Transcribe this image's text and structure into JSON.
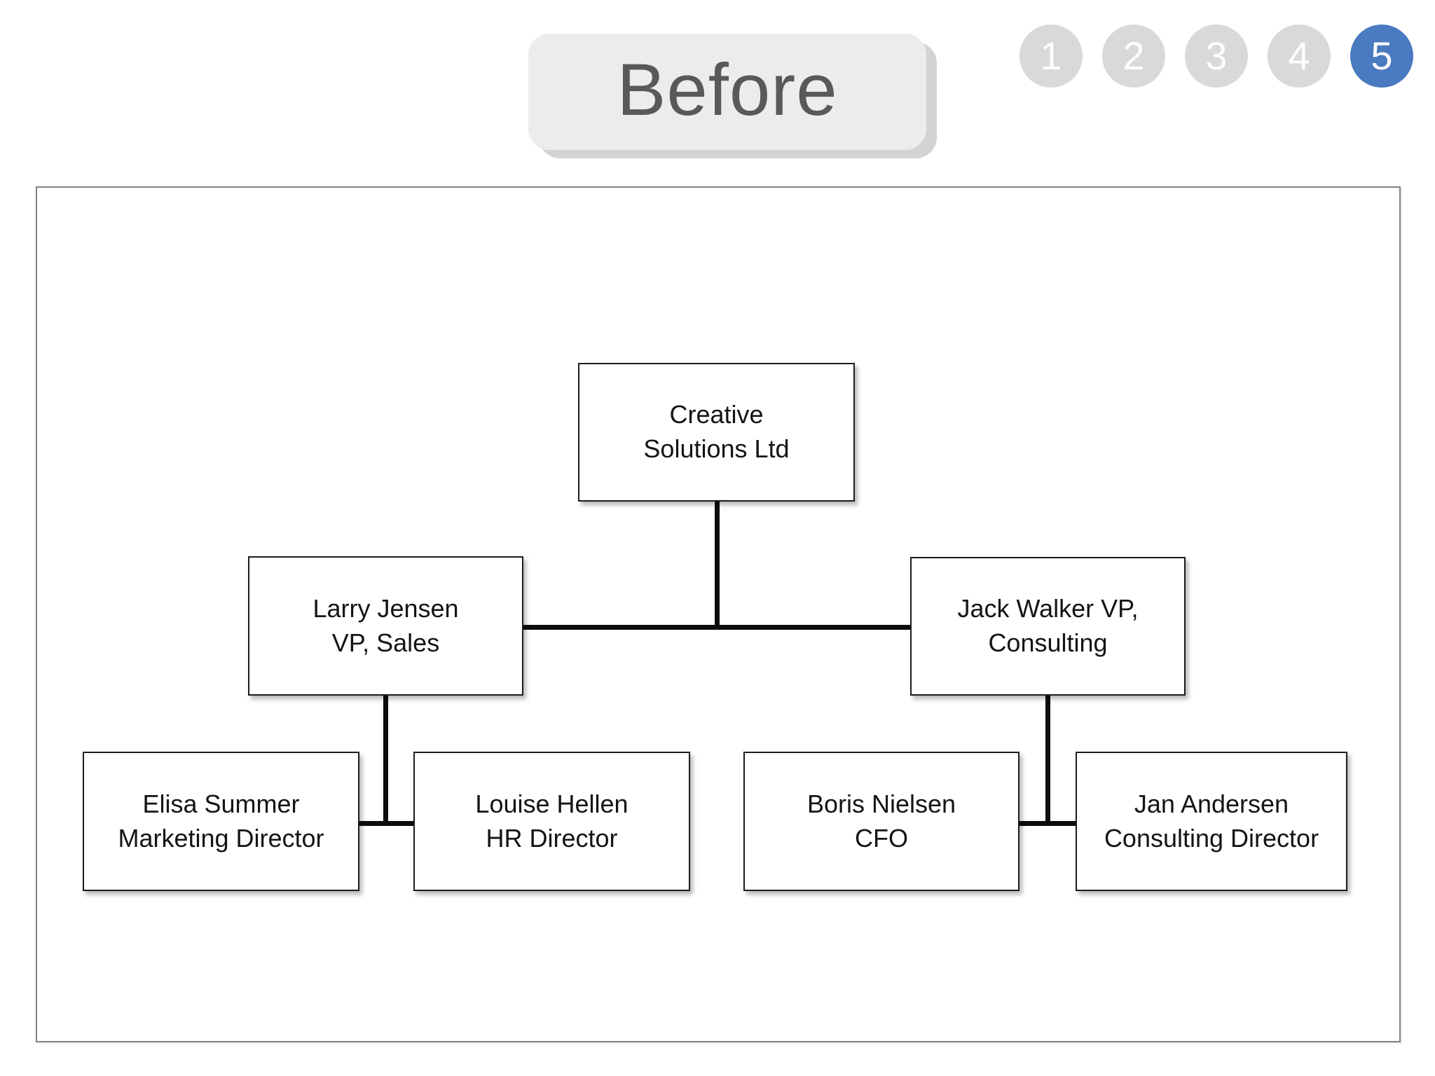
{
  "header": {
    "mode_label": "Before",
    "pager": {
      "steps": [
        "1",
        "2",
        "3",
        "4",
        "5"
      ],
      "active_step": "5"
    }
  },
  "colors": {
    "step_active_blue": "#4a7abf",
    "step_inactive_gray": "#d9d9db",
    "button_gray": "#ececee",
    "button_shadow_gray": "#d3d3d5",
    "connector_black": "#0d0d0d",
    "frame_border_gray": "#838386"
  },
  "org_chart": {
    "nodes": {
      "root": {
        "line1": "Creative",
        "line2": "Solutions Ltd"
      },
      "vp_sales": {
        "line1": "Larry Jensen",
        "line2": "VP, Sales"
      },
      "vp_consulting": {
        "line1": "Jack Walker VP,",
        "line2": "Consulting"
      },
      "marketing_director": {
        "line1": "Elisa Summer",
        "line2": "Marketing Director"
      },
      "hr_director": {
        "line1": "Louise Hellen",
        "line2": "HR Director"
      },
      "cfo": {
        "line1": "Boris Nielsen",
        "line2": "CFO"
      },
      "consulting_director": {
        "line1": "Jan Andersen",
        "line2": "Consulting Director"
      }
    }
  }
}
